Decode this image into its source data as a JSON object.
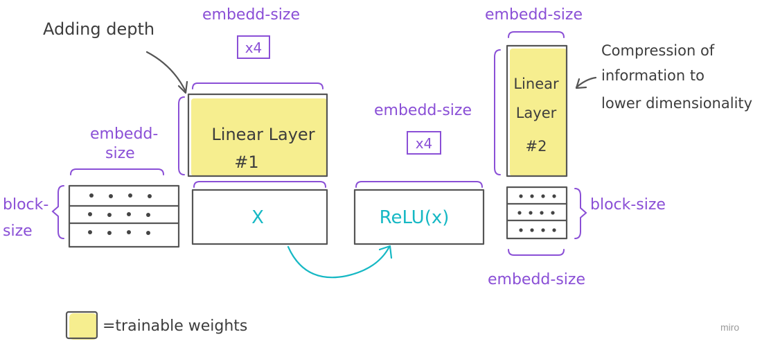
{
  "annotations": {
    "adding_depth": "Adding depth",
    "compression": [
      "Compression of",
      "information to",
      "lower dimensionality"
    ]
  },
  "labels": {
    "embed_top_left": "embedd-size",
    "x4_left": "x4",
    "embed_block": [
      "embedd-",
      "size"
    ],
    "block_size_left": [
      "block-",
      "size"
    ],
    "embed_mid": "embedd-size",
    "x4_mid": "x4",
    "embed_top_right": "embedd-size",
    "block_size_right": "block-size",
    "embed_bottom_right": "embedd-size"
  },
  "boxes": {
    "linear1": [
      "Linear Layer",
      "#1"
    ],
    "x": "X",
    "relu": "ReLU(x)",
    "linear2": [
      "Linear",
      "Layer",
      "#2"
    ]
  },
  "legend": {
    "text": "=trainable weights"
  },
  "watermark": "miro",
  "colors": {
    "annotation": "#8a4fd6",
    "highlight": "#f6ee8f",
    "arrow": "#16b8c4",
    "outline": "#555555"
  }
}
